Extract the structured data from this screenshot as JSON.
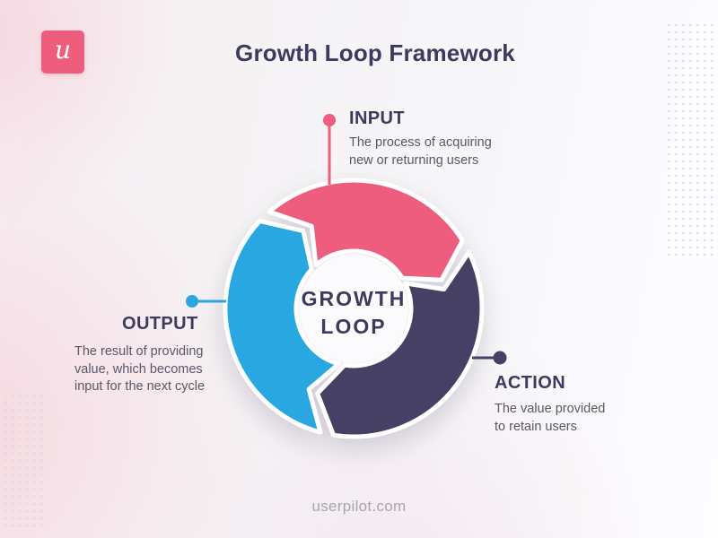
{
  "title": "Growth Loop Framework",
  "logo": {
    "glyph": "u"
  },
  "loop_center": {
    "line1": "GROWTH",
    "line2": "LOOP"
  },
  "steps": {
    "input": {
      "label": "INPUT",
      "description": "The process of acquiring\nnew or returning users"
    },
    "action": {
      "label": "ACTION",
      "description": "The value provided\nto retain users"
    },
    "output": {
      "label": "OUTPUT",
      "description": "The result of providing\nvalue, which becomes\ninput for the next cycle"
    }
  },
  "footer": {
    "website": "userpilot.com"
  },
  "colors": {
    "input_pink": "#ee5c7e",
    "action_navy": "#454064",
    "output_blue": "#29a7e0",
    "heading_navy": "#3c3a5d",
    "body_gray": "#5a5766",
    "footer_gray": "#a7a4b2",
    "gap_white": "#ffffff",
    "center_fill": "#fbfafc"
  }
}
